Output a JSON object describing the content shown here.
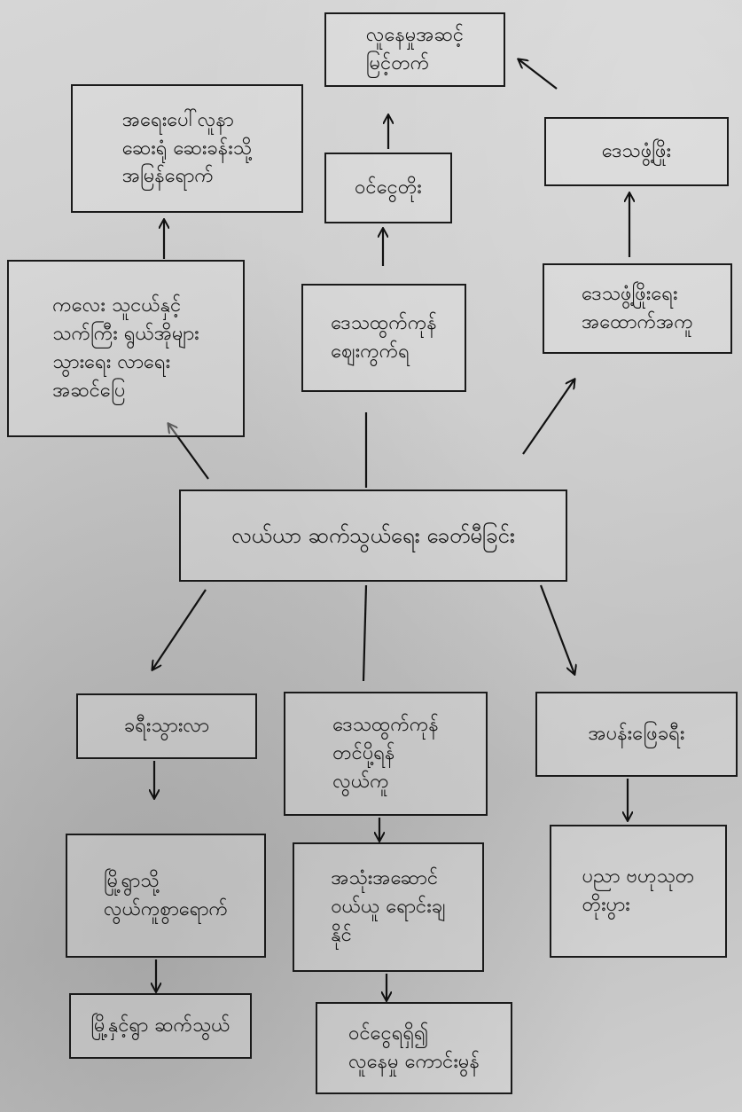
{
  "diagram": {
    "center": "လယ်ယာ ဆက်သွယ်ရေး ခေတ်မီခြင်း",
    "top": {
      "outcome": "လူနေမှုအဆင့်\nမြင့်တက်",
      "left_a": "ကလေး သူငယ်နှင့်\nသက်ကြီး ရွယ်အိုများ\nသွားရေး လာရေး\nအဆင်ပြေ",
      "left_b": "အရေးပေါ်လူနာ\nဆေးရုံ ဆေးခန်းသို့\nအမြန်ရောက်",
      "mid_a": "ဒေသထွက်ကုန်\nဈေးကွက်ရ",
      "mid_b": "ဝင်ငွေတိုး",
      "right_a": "ဒေသဖွံ့ဖြိုးရေး\nအထောက်အကူ",
      "right_b": "ဒေသဖွံ့ဖြိုး"
    },
    "bottom": {
      "left_a": "ခရီးသွားလာ",
      "left_b": "မြို့ရွာသို့\nလွယ်ကူစွာရောက်",
      "left_c": "မြို့နှင့်ရွာ ဆက်သွယ်",
      "mid_a": "ဒေသထွက်ကုန်\nတင်ပို့ရန်\nလွယ်ကူ",
      "mid_b": "အသုံးအဆောင်\nဝယ်ယူ ရောင်းချ\nနိုင်",
      "mid_c": "ဝင်ငွေရရှိ၍\nလူနေမှု ကောင်းမွန်",
      "right_a": "အပန်းဖြေခရီး",
      "right_b": "ပညာ ဗဟုသုတ\nတိုးပွား"
    }
  }
}
